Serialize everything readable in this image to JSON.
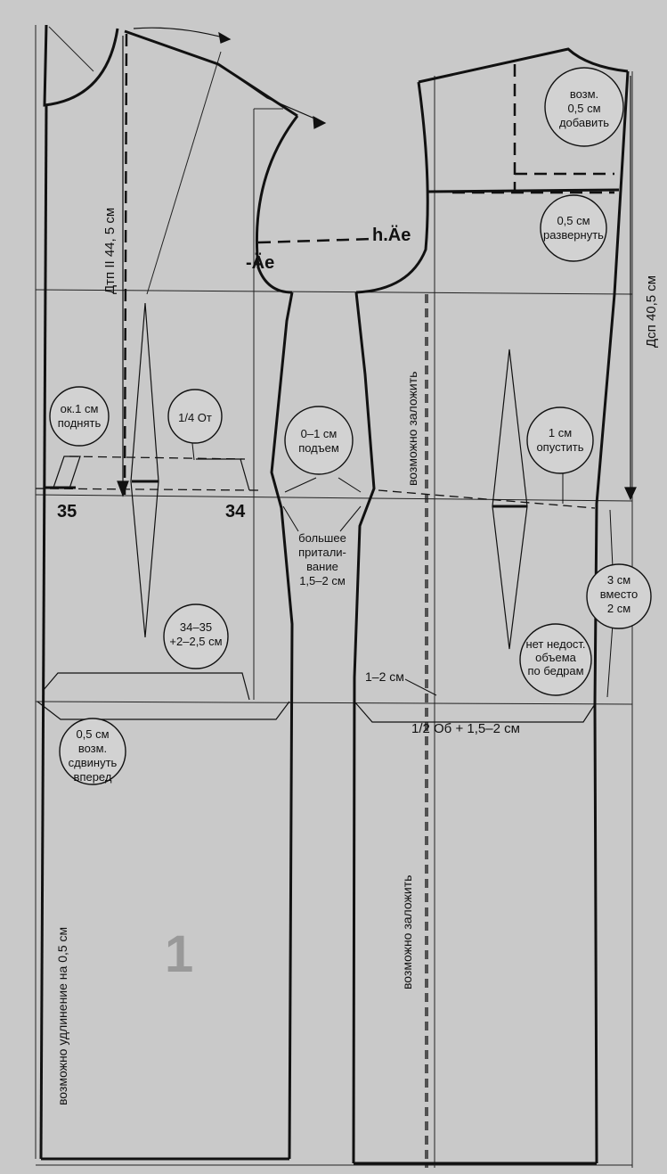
{
  "labels": {
    "dtp": "Дтп II  44, 5 см",
    "dsp": "Дсп 40,5 см",
    "h_ae": "h.Äe",
    "ae": "-Äe",
    "p35": "35",
    "p34": "34",
    "vertical_text_1": "возможно заложить",
    "vertical_text_2": "возможно заложить",
    "vertical_text_3": "возможно удлинение на 0,5 см",
    "half_ob": "1/2 Об + 1,5–2 см",
    "one_two_cm": "1–2 см",
    "big_num": "1"
  },
  "circles": {
    "c1": [
      "ок.1 см",
      "поднять"
    ],
    "c2": [
      "1/4 От"
    ],
    "c3": [
      "0–1 см",
      "подъем"
    ],
    "c4": [
      "большее",
      "притали-",
      "вание",
      "1,5–2 см"
    ],
    "c5": [
      "34–35",
      "+2–2,5 см"
    ],
    "c6": [
      "0,5 см",
      "возм.",
      "сдвинуть",
      "вперед"
    ],
    "c7": [
      "возм.",
      "0,5 см",
      "добавить"
    ],
    "c8": [
      "0,5 см",
      "развернуть"
    ],
    "c9": [
      "1 см",
      "опустить"
    ],
    "c10": [
      "3 см",
      "вместо",
      "2 см"
    ],
    "c11": [
      "нет недост.",
      "объема",
      "по бедрам"
    ]
  }
}
